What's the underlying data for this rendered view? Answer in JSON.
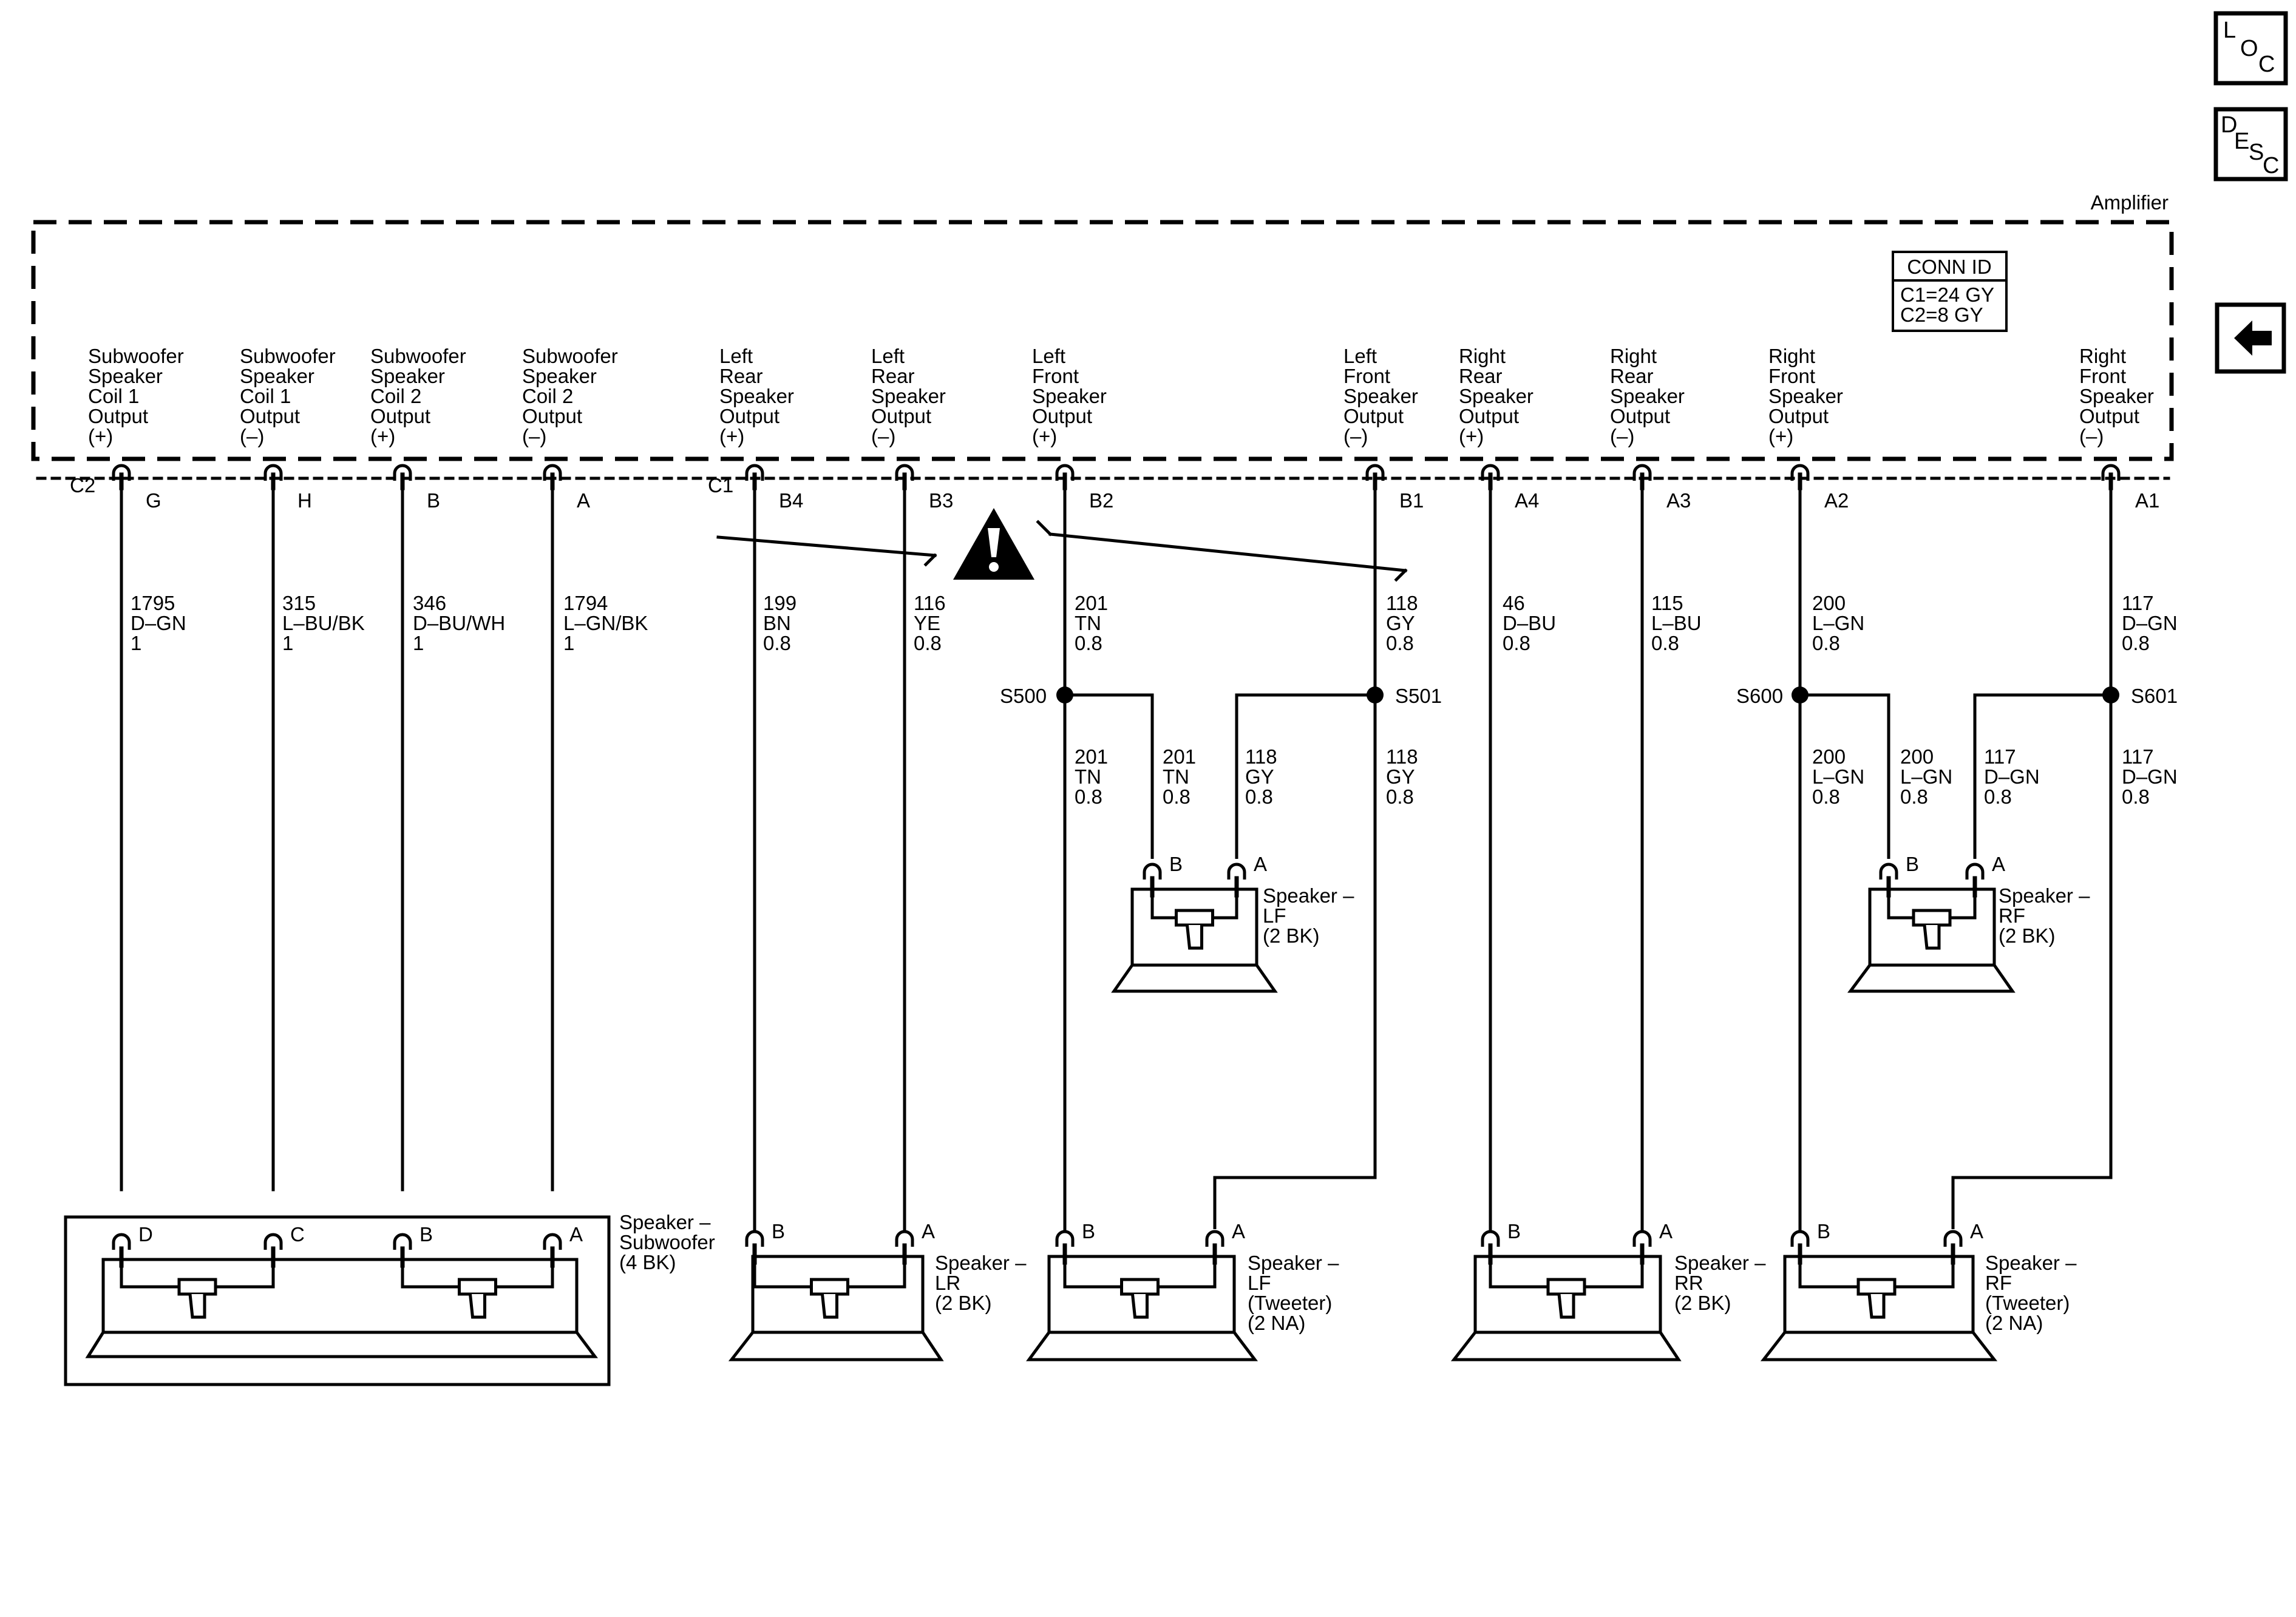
{
  "nav": {
    "loc": [
      "L",
      "O",
      "C"
    ],
    "desc": [
      "D",
      "E",
      "S",
      "C"
    ],
    "back_icon": "left-arrow-icon"
  },
  "amplifier": {
    "label": "Amplifier",
    "conn_id": {
      "title": "CONN ID",
      "lines": [
        "C1=24 GY",
        "C2=8 GY"
      ]
    }
  },
  "connectors": {
    "c2": "C2",
    "c1": "C1"
  },
  "warning_icon": "warning-triangle-icon",
  "outputs": [
    {
      "id": "sub-c1-pos",
      "lines": [
        "Subwoofer",
        "Speaker",
        "Coil 1",
        "Output",
        "(+)"
      ],
      "pin": "G"
    },
    {
      "id": "sub-c1-neg",
      "lines": [
        "Subwoofer",
        "Speaker",
        "Coil 1",
        "Output",
        "(–)"
      ],
      "pin": "H"
    },
    {
      "id": "sub-c2-pos",
      "lines": [
        "Subwoofer",
        "Speaker",
        "Coil 2",
        "Output",
        "(+)"
      ],
      "pin": "B"
    },
    {
      "id": "sub-c2-neg",
      "lines": [
        "Subwoofer",
        "Speaker",
        "Coil 2",
        "Output",
        "(–)"
      ],
      "pin": "A"
    },
    {
      "id": "lr-pos",
      "lines": [
        "Left",
        "Rear",
        "Speaker",
        "Output",
        "(+)"
      ],
      "pin": "B4"
    },
    {
      "id": "lr-neg",
      "lines": [
        "Left",
        "Rear",
        "Speaker",
        "Output",
        "(–)"
      ],
      "pin": "B3"
    },
    {
      "id": "lf-pos",
      "lines": [
        "Left",
        "Front",
        "Speaker",
        "Output",
        "(+)"
      ],
      "pin": "B2"
    },
    {
      "id": "lf-neg",
      "lines": [
        "Left",
        "Front",
        "Speaker",
        "Output",
        "(–)"
      ],
      "pin": "B1"
    },
    {
      "id": "rr-pos",
      "lines": [
        "Right",
        "Rear",
        "Speaker",
        "Output",
        "(+)"
      ],
      "pin": "A4"
    },
    {
      "id": "rr-neg",
      "lines": [
        "Right",
        "Rear",
        "Speaker",
        "Output",
        "(–)"
      ],
      "pin": "A3"
    },
    {
      "id": "rf-pos",
      "lines": [
        "Right",
        "Front",
        "Speaker",
        "Output",
        "(+)"
      ],
      "pin": "A2"
    },
    {
      "id": "rf-neg",
      "lines": [
        "Right",
        "Front",
        "Speaker",
        "Output",
        "(–)"
      ],
      "pin": "A1"
    }
  ],
  "wires": [
    {
      "id": "w1795",
      "lines": [
        "1795",
        "D–GN",
        "1"
      ]
    },
    {
      "id": "w315",
      "lines": [
        "315",
        "L–BU/BK",
        "1"
      ]
    },
    {
      "id": "w346",
      "lines": [
        "346",
        "D–BU/WH",
        "1"
      ]
    },
    {
      "id": "w1794",
      "lines": [
        "1794",
        "L–GN/BK",
        "1"
      ]
    },
    {
      "id": "w199",
      "lines": [
        "199",
        "BN",
        "0.8"
      ]
    },
    {
      "id": "w116",
      "lines": [
        "116",
        "YE",
        "0.8"
      ]
    },
    {
      "id": "w201a",
      "lines": [
        "201",
        "TN",
        "0.8"
      ]
    },
    {
      "id": "w118a",
      "lines": [
        "118",
        "GY",
        "0.8"
      ]
    },
    {
      "id": "w46",
      "lines": [
        "46",
        "D–BU",
        "0.8"
      ]
    },
    {
      "id": "w115",
      "lines": [
        "115",
        "L–BU",
        "0.8"
      ]
    },
    {
      "id": "w200a",
      "lines": [
        "200",
        "L–GN",
        "0.8"
      ]
    },
    {
      "id": "w117a",
      "lines": [
        "117",
        "D–GN",
        "0.8"
      ]
    },
    {
      "id": "w201b",
      "lines": [
        "201",
        "TN",
        "0.8"
      ]
    },
    {
      "id": "w201c",
      "lines": [
        "201",
        "TN",
        "0.8"
      ]
    },
    {
      "id": "w118b",
      "lines": [
        "118",
        "GY",
        "0.8"
      ]
    },
    {
      "id": "w118c",
      "lines": [
        "118",
        "GY",
        "0.8"
      ]
    },
    {
      "id": "w200b",
      "lines": [
        "200",
        "L–GN",
        "0.8"
      ]
    },
    {
      "id": "w200c",
      "lines": [
        "200",
        "L–GN",
        "0.8"
      ]
    },
    {
      "id": "w117b",
      "lines": [
        "117",
        "D–GN",
        "0.8"
      ]
    },
    {
      "id": "w117c",
      "lines": [
        "117",
        "D–GN",
        "0.8"
      ]
    }
  ],
  "splices": [
    "S500",
    "S501",
    "S600",
    "S601"
  ],
  "speakers": [
    {
      "id": "subwoofer",
      "lines": [
        "Speaker –",
        "Subwoofer",
        "(4 BK)"
      ],
      "pins": [
        "D",
        "C",
        "B",
        "A"
      ]
    },
    {
      "id": "lr",
      "lines": [
        "Speaker –",
        "LR",
        "(2 BK)"
      ],
      "pins": [
        "B",
        "A"
      ]
    },
    {
      "id": "lf-tweeter",
      "lines": [
        "Speaker –",
        "LF",
        "(Tweeter)",
        "(2 NA)"
      ],
      "pins": [
        "B",
        "A"
      ]
    },
    {
      "id": "rr",
      "lines": [
        "Speaker –",
        "RR",
        "(2 BK)"
      ],
      "pins": [
        "B",
        "A"
      ]
    },
    {
      "id": "rf-tweeter",
      "lines": [
        "Speaker –",
        "RF",
        "(Tweeter)",
        "(2 NA)"
      ],
      "pins": [
        "B",
        "A"
      ]
    },
    {
      "id": "lf",
      "lines": [
        "Speaker –",
        "LF",
        "(2 BK)"
      ],
      "pins": [
        "B",
        "A"
      ]
    },
    {
      "id": "rf",
      "lines": [
        "Speaker –",
        "RF",
        "(2 BK)"
      ],
      "pins": [
        "B",
        "A"
      ]
    }
  ]
}
